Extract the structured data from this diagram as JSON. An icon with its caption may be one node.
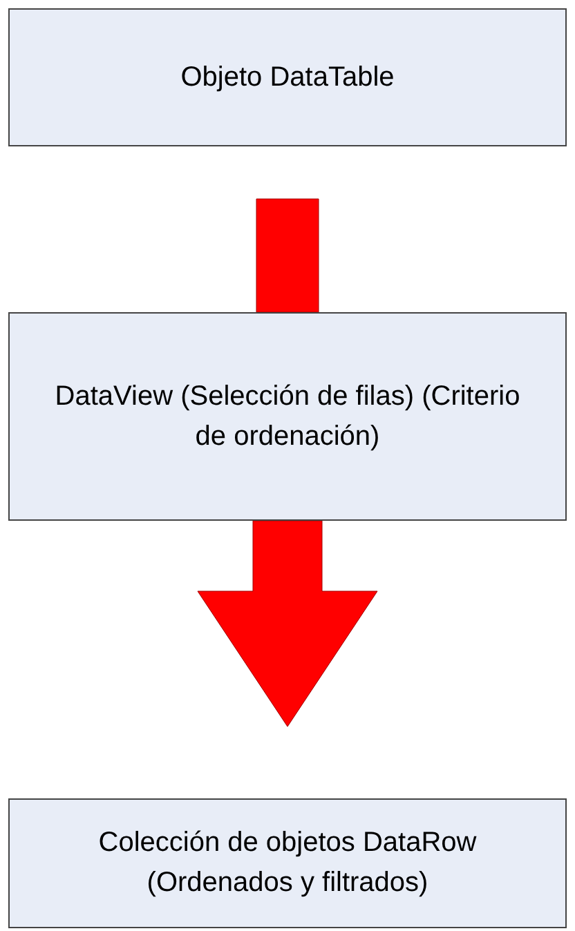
{
  "diagram": {
    "nodes": [
      {
        "text": [
          "Objeto DataTable"
        ]
      },
      {
        "text": [
          "DataView (Selección de filas) (Criterio de ordenación)"
        ]
      },
      {
        "text": [
          "Colección de objetos DataRow (Ordenados y filtrados)"
        ]
      }
    ],
    "edges": [
      {
        "from": 0,
        "to": 1,
        "arrow": "none",
        "style": "thick",
        "color": "#ff0000"
      },
      {
        "from": 1,
        "to": 2,
        "arrow": "to",
        "style": "thick",
        "color": "#ff0000"
      }
    ]
  }
}
